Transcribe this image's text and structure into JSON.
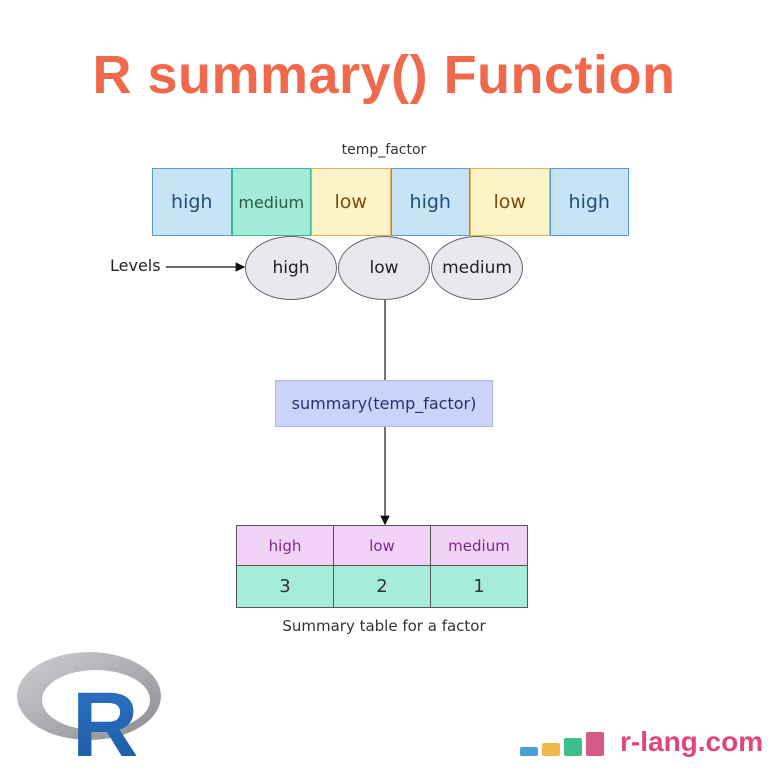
{
  "title": "R summary() Function",
  "vector": {
    "label": "temp_factor",
    "cells": [
      "high",
      "medium",
      "low",
      "high",
      "low",
      "high"
    ]
  },
  "levels": {
    "label": "Levels",
    "items": [
      "high",
      "low",
      "medium"
    ]
  },
  "function_call": "summary(temp_factor)",
  "summary_table": {
    "headers": [
      "high",
      "low",
      "medium"
    ],
    "values": [
      "3",
      "2",
      "1"
    ],
    "caption": "Summary table for a factor"
  },
  "logo": {
    "letter": "R"
  },
  "brand": {
    "text": "r-lang.com",
    "bar_colors": [
      "#4a9fd5",
      "#f2b84a",
      "#3dbf8a",
      "#d45a8a"
    ]
  },
  "colors": {
    "title": "#f0694d",
    "high": "#c7e4f7",
    "medium": "#a3ebd6",
    "low": "#fdf3c9",
    "level_fill": "#e7e9ee",
    "function_fill": "#cbd3f8",
    "table_header": "#f1d3f7",
    "table_values": "#a6ecd9",
    "brand": "#e0457b"
  }
}
